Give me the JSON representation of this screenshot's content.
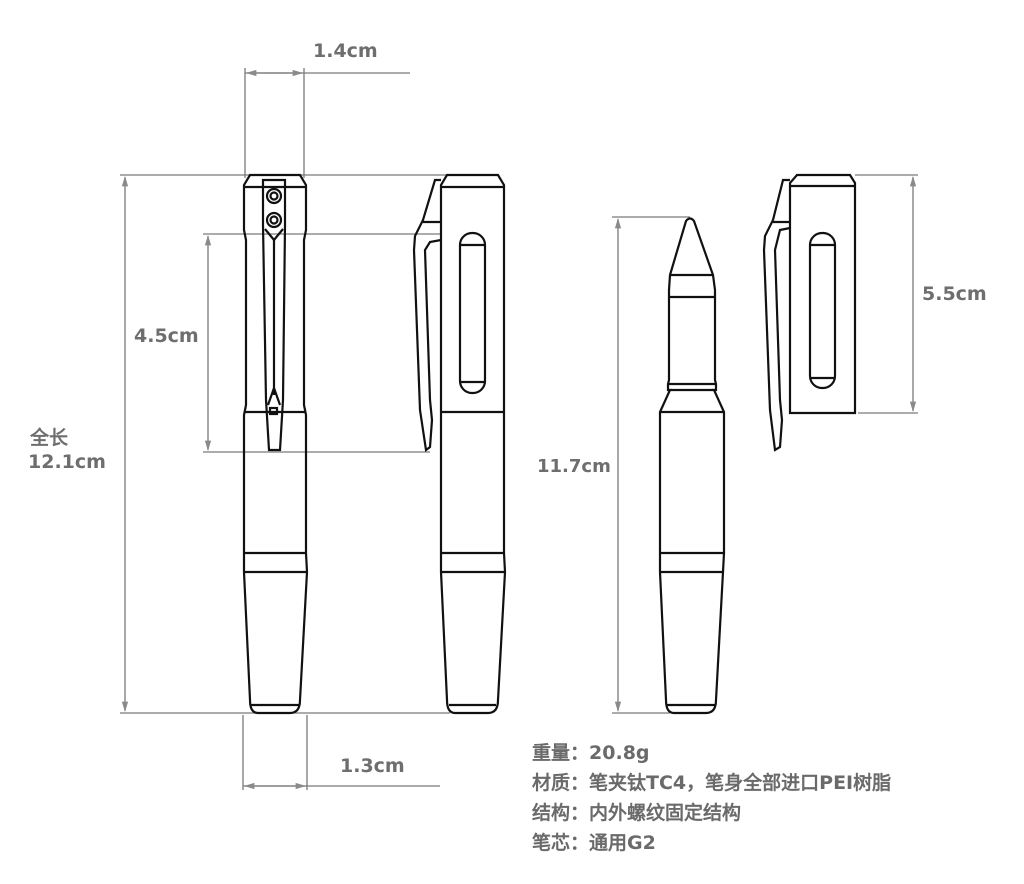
{
  "dimensions": {
    "cap_width": "1.4cm",
    "clip_length": "4.5cm",
    "total_length_label": "全长",
    "total_length": "12.1cm",
    "body_width": "1.3cm",
    "pen_length_no_cap": "11.7cm",
    "cap_length": "5.5cm"
  },
  "specs": [
    {
      "key": "重量",
      "sep": "：",
      "value": "20.8g"
    },
    {
      "key": "材质",
      "sep": "：",
      "value": "笔夹钛TC4，笔身全部进口PEI树脂"
    },
    {
      "key": "结构",
      "sep": "：",
      "value": "内外螺纹固定结构"
    },
    {
      "key": "笔芯",
      "sep": "：",
      "value": "通用G2"
    }
  ],
  "colors": {
    "line": "#111111",
    "dimension_line": "#7a7a7a",
    "text": "#6e6e6e",
    "background": "#ffffff"
  }
}
